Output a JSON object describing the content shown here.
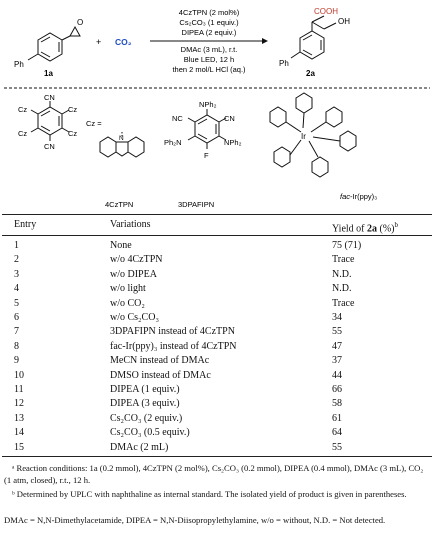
{
  "scheme": {
    "conditions": [
      "4CzTPN (2 mol%)",
      "Cs₂CO₃ (1 equiv.)",
      "DIPEA (2 equiv.)",
      "DMAc (3 mL), r.t.",
      "Blue LED, 12 h",
      "then 2 mol/L HCl (aq.)"
    ],
    "plus": "+",
    "co2": "CO₂",
    "cmpd_1a": "1a",
    "cmpd_2a": "2a",
    "ph": "Ph",
    "o": "O",
    "cooh": "COOH",
    "oh": "OH"
  },
  "catalysts": {
    "cz_eq": "Cz =",
    "cz": "Cz",
    "cn": "CN",
    "nc": "NC",
    "n": "N",
    "nph2": "NPh₂",
    "ph2n": "Ph₂N",
    "f": "F",
    "ir": "Ir",
    "name1": "4CzTPN",
    "name2": "3DPAFIPN",
    "name3_prefix": "fac",
    "name3_rest": "-Ir(ppy)₃"
  },
  "table": {
    "headers": {
      "entry": "Entry",
      "variations": "Variations",
      "yield_prefix": "Yield of ",
      "yield_cmpd": "2a",
      "yield_suffix": " (%)",
      "yield_sup": "b"
    },
    "rows": [
      {
        "entry": "1",
        "variation": "None",
        "yield": "75 (71)"
      },
      {
        "entry": "2",
        "variation": "w/o 4CzTPN",
        "yield": "Trace"
      },
      {
        "entry": "3",
        "variation": "w/o DIPEA",
        "yield": "N.D."
      },
      {
        "entry": "4",
        "variation": "w/o light",
        "yield": "N.D."
      },
      {
        "entry": "5",
        "variation": "w/o CO₂",
        "yield": "Trace"
      },
      {
        "entry": "6",
        "variation": "w/o Cs₂CO₃",
        "yield": "34"
      },
      {
        "entry": "7",
        "variation": "3DPAFIPN instead of 4CzTPN",
        "yield": "55"
      },
      {
        "entry": "8",
        "variation": "fac-Ir(ppy)₃ instead of 4CzTPN",
        "yield": "47"
      },
      {
        "entry": "9",
        "variation": "MeCN instead of DMAc",
        "yield": "37"
      },
      {
        "entry": "10",
        "variation": "DMSO instead of DMAc",
        "yield": "44"
      },
      {
        "entry": "11",
        "variation": "DIPEA (1 equiv.)",
        "yield": "66"
      },
      {
        "entry": "12",
        "variation": "DIPEA (3 equiv.)",
        "yield": "58"
      },
      {
        "entry": "13",
        "variation": "Cs₂CO₃ (2 equiv.)",
        "yield": "61"
      },
      {
        "entry": "14",
        "variation": "Cs₂CO₃ (0.5 equiv.)",
        "yield": "64"
      },
      {
        "entry": "15",
        "variation": "DMAc (2 mL)",
        "yield": "55"
      }
    ]
  },
  "footnotes": {
    "a": "ᵃ Reaction conditions: 1a (0.2 mmol), 4CzTPN (2 mol%), Cs₂CO₃ (0.2 mmol), DIPEA (0.4 mmol), DMAc (3 mL), CO₂ (1 atm, closed), r.t., 12 h.",
    "b": "ᵇ Determined by UPLC with naphthaline as internal standard. The isolated yield of product is given in parentheses.",
    "abbr": "DMAc = N,N-Dimethylacetamide, DIPEA = N,N-Diisopropylethylamine, w/o = without, N.D. = Not detected."
  }
}
